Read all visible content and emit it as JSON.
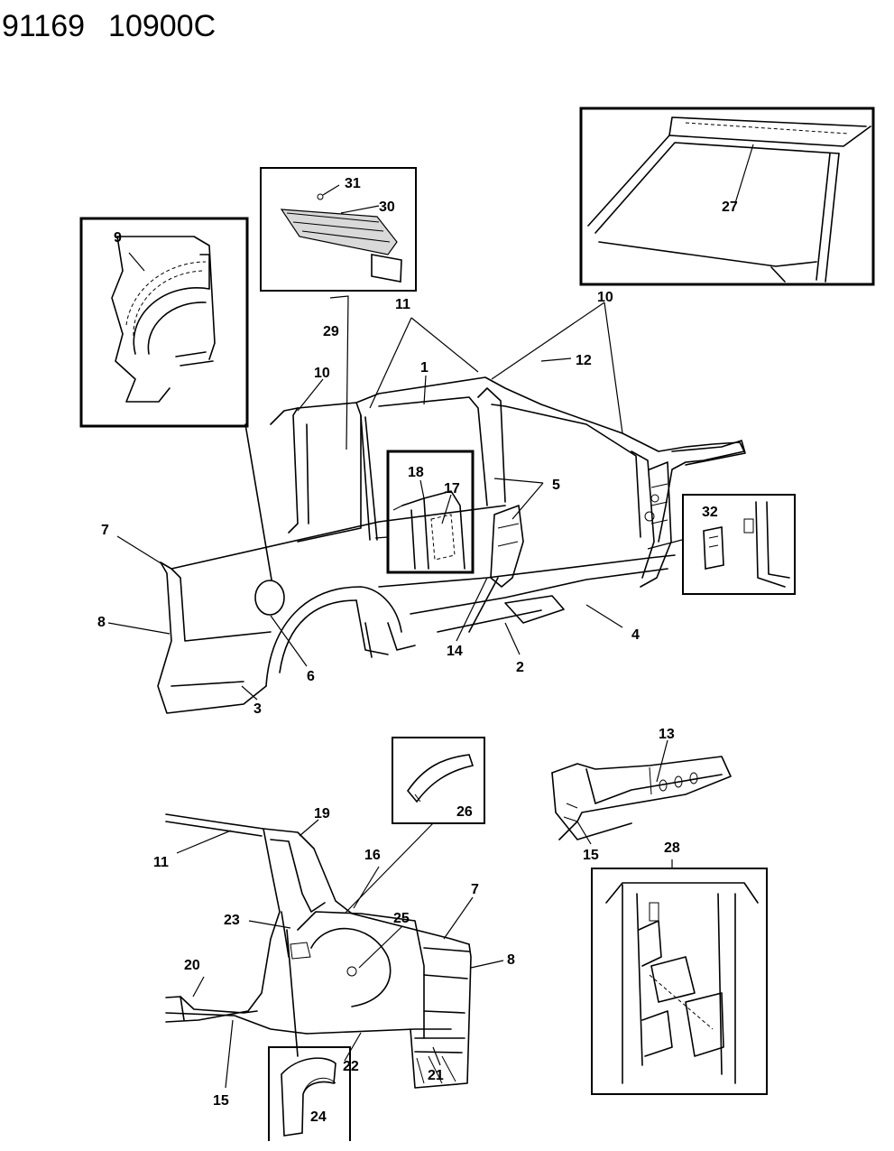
{
  "header": {
    "code_1": "91169",
    "code_2": "10900C"
  },
  "callouts": {
    "c1": "1",
    "c2": "2",
    "c3": "3",
    "c4": "4",
    "c5": "5",
    "c6": "6",
    "c7a": "7",
    "c7b": "7",
    "c8a": "8",
    "c8b": "8",
    "c9": "9",
    "c10a": "10",
    "c10b": "10",
    "c11a": "11",
    "c11b": "11",
    "c12": "12",
    "c13": "13",
    "c14": "14",
    "c15a": "15",
    "c15b": "15",
    "c16": "16",
    "c17": "17",
    "c18": "18",
    "c19": "19",
    "c20": "20",
    "c21": "21",
    "c22": "22",
    "c23": "23",
    "c24": "24",
    "c25": "25",
    "c26": "26",
    "c27": "27",
    "c28": "28",
    "c29": "29",
    "c30": "30",
    "c31": "31",
    "c32": "32"
  }
}
